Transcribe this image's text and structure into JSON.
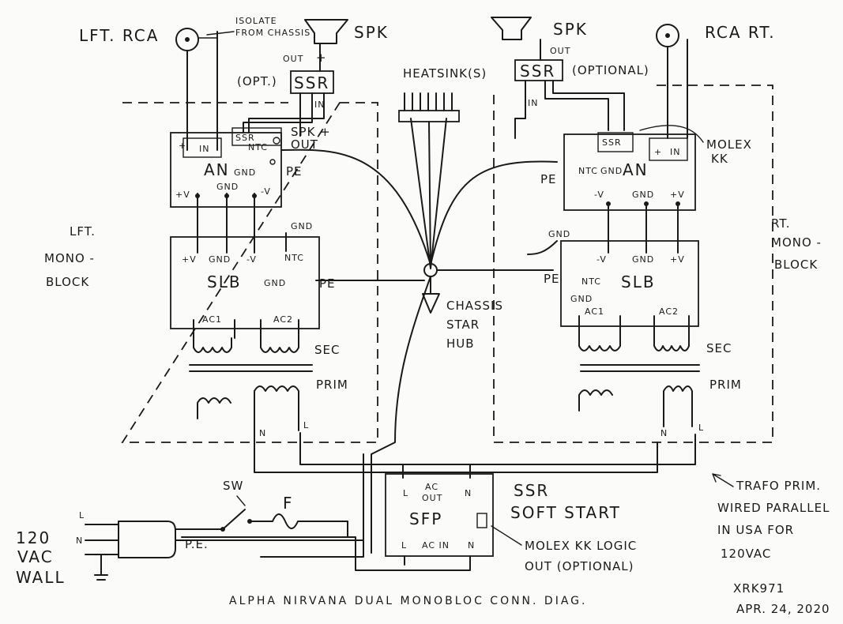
{
  "labels": {
    "lft_rca": "LFT. RCA",
    "isolate_1": "ISOLATE",
    "isolate_2": "FROM CHASSIS",
    "spk_left": "SPK",
    "opt": "(OPT.)",
    "ssr": "SSR",
    "out": "OUT",
    "plus": "+",
    "in_lbl": "IN",
    "heatsinks": "HEATSINK(S)",
    "spk_right": "SPK",
    "optional": "(OPTIONAL)",
    "rca_rt": "RCA RT.",
    "an": "AN",
    "pe": "PE",
    "gnd": "GND",
    "ntc": "NTC",
    "spk_plus_1": "SPK +",
    "spk_plus_2": "OUT",
    "pv": "+V",
    "mv": "-V",
    "molex_1": "MOLEX",
    "molex_2": "KK",
    "lft_mono_1": "LFT.",
    "lft_mono_2": "MONO -",
    "lft_mono_3": "BLOCK",
    "rt_mono_1": "RT.",
    "rt_mono_2": "MONO -",
    "rt_mono_3": "BLOCK",
    "slb": "SLB",
    "chassis_1": "CHASSIS",
    "chassis_2": "STAR",
    "chassis_3": "HUB",
    "ac1": "AC1",
    "ac2": "AC2",
    "sec": "SEC",
    "prim": "PRIM",
    "n": "N",
    "l": "L",
    "trafo_1": "TRAFO PRIM.",
    "trafo_2": "WIRED PARALLEL",
    "trafo_3": "IN USA FOR",
    "trafo_4": "120VAC",
    "ssr_soft_1": "SSR",
    "ssr_soft_2": "SOFT START",
    "ac_out_1": "AC",
    "ac_out_2": "OUT",
    "sfp": "SFP",
    "ac_in": "AC IN",
    "sw": "SW",
    "f": "F",
    "wall_1": "120",
    "wall_2": "VAC",
    "wall_3": "WALL",
    "pe_dot": "P.E.",
    "molex_logic_1": "MOLEX KK LOGIC",
    "molex_logic_2": "OUT (OPTIONAL)",
    "title": "ALPHA NIRVANA DUAL MONOBLOC CONN. DIAG.",
    "author": "XRK971",
    "date": "APR. 24, 2020"
  }
}
